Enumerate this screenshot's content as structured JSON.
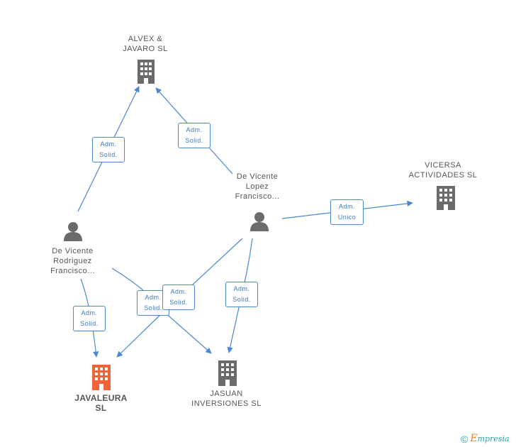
{
  "nodes": {
    "alvex": {
      "line1": "ALVEX &",
      "line2": "JAVARO  SL"
    },
    "vicersa": {
      "line1": "VICERSA",
      "line2": "ACTIVIDADES SL"
    },
    "lopez": {
      "line1": "De Vicente",
      "line2": "Lopez",
      "line3": "Francisco..."
    },
    "rodriguez": {
      "line1": "De Vicente",
      "line2": "Rodriguez",
      "line3": "Francisco..."
    },
    "javaleura": {
      "line1": "JAVALEURA",
      "line2": "SL"
    },
    "jasuan": {
      "line1": "JASUAN",
      "line2": "INVERSIONES SL"
    }
  },
  "badges": {
    "b1": {
      "line1": "Adm.",
      "line2": "Solid."
    },
    "b2": {
      "line1": "Adm.",
      "line2": "Solid."
    },
    "b3": {
      "line1": "Adm.",
      "line2": "Unico"
    },
    "b4": {
      "line1": "Adm.",
      "line2": "Solid."
    },
    "b5": {
      "line1": "Adm.",
      "line2": "Solid."
    },
    "b6": {
      "line1": "Adm.",
      "line2": "Solid."
    },
    "b7": {
      "line1": "Adm.",
      "line2": "Solid."
    }
  },
  "colors": {
    "edge": "#4a88d0",
    "company_icon": "#6b6b6b",
    "main_company_icon": "#f0643c",
    "person_icon": "#6b6b6b"
  },
  "footer": {
    "copyright": "©",
    "brand_initial": "E",
    "brand_rest": "mpresia"
  }
}
